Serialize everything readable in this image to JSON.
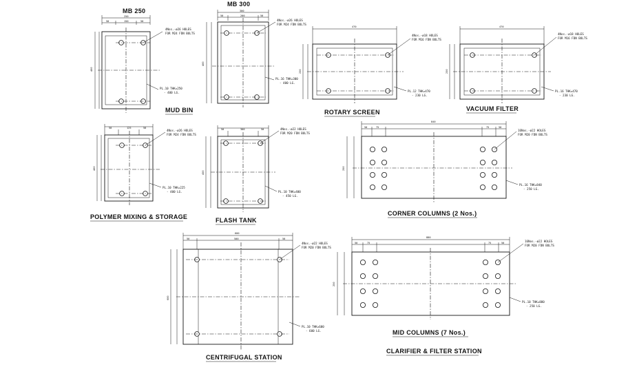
{
  "drawing": {
    "details": [
      {
        "id": "mud_bin",
        "title": "MUD BIN",
        "header": "MB 250",
        "holes_note": "4Nos.-ø26 HOLES",
        "bolts_note": "FOR M24 FDN BOLTS",
        "plate_note": "PL.10 THK=250",
        "size_note": "- 400 LG.",
        "overall_w": "250",
        "overall_h": "400",
        "dims_top": [
          "50",
          "150",
          "50"
        ]
      },
      {
        "id": "mb_300",
        "title": "",
        "header": "MB 300",
        "holes_note": "4Nos.-ø26 HOLES",
        "bolts_note": "FOR M24 FDN BOLTS",
        "plate_note": "PL.16 THK=300",
        "size_note": "- 400 LG.",
        "overall_w": "300",
        "overall_h": "400",
        "dims_top": [
          "50",
          "200",
          "50"
        ]
      },
      {
        "id": "rotary_screen",
        "title": "ROTARY SCREEN",
        "header": "",
        "holes_note": "4Nos.-ø18 HOLES",
        "bolts_note": "FOR M16 FDN BOLTS",
        "plate_note": "PL.12 THK=470",
        "size_note": "- 230 LG.",
        "overall_w": "470",
        "overall_h": "230",
        "dims_top": [
          "470"
        ]
      },
      {
        "id": "vacuum_filter",
        "title": "VACUUM FILTER",
        "header": "",
        "holes_note": "4Nos.-ø18 HOLES",
        "bolts_note": "FOR M16 FDN BOLTS",
        "plate_note": "PL.16 THK=470",
        "size_note": "- 230 LG.",
        "overall_w": "470",
        "overall_h": "230",
        "dims_top": [
          "470"
        ]
      },
      {
        "id": "polymer",
        "title": "POLYMER MIXING & STORAGE",
        "header": "",
        "holes_note": "4Nos.-ø26 HOLES",
        "bolts_note": "FOR M24 FDN BOLTS",
        "plate_note": "PL.10 THK=225",
        "size_note": "- 400 LG.",
        "overall_w": "225",
        "overall_h": "400",
        "dims_top": [
          "50",
          "125",
          "50"
        ]
      },
      {
        "id": "flash_tank",
        "title": "FLASH TANK",
        "header": "",
        "holes_note": "4Nos.-ø22 HOLES",
        "bolts_note": "FOR M20 FDN BOLTS",
        "plate_note": "PL.10 THK=400",
        "size_note": "- 450 LG.",
        "overall_w": "400",
        "overall_h": "450",
        "dims_top": [
          "50",
          "300",
          "50"
        ]
      },
      {
        "id": "corner_columns",
        "title": "CORNER COLUMNS (2 Nos.)",
        "header": "",
        "holes_note": "16Nos.-ø22 HOLES",
        "bolts_note": "FOR M20 FDN BOLTS",
        "plate_note": "PL.16 THK=840",
        "size_note": "- 250 LG.",
        "overall_w": "840",
        "overall_h": "250",
        "dims_top": [
          "50",
          "75",
          "",
          "75",
          "50"
        ]
      },
      {
        "id": "centrifugal",
        "title": "CENTRIFUGAL STATION",
        "header": "",
        "holes_note": "4Nos.-ø22 HOLES",
        "bolts_note": "FOR M20 FDN BOLTS",
        "plate_note": "PL.10 THK=600",
        "size_note": "- 600 LG.",
        "overall_w": "600",
        "overall_h": "600",
        "dims_top": [
          "50",
          "500",
          "50"
        ]
      },
      {
        "id": "mid_columns",
        "title": "MID COLUMNS (7 Nos.)",
        "header": "",
        "holes_note": "16Nos.-ø22 HOLES",
        "bolts_note": "FOR M20 FDN BOLTS",
        "plate_note": "PL.10 THK=880",
        "size_note": "- 250 LG.",
        "overall_w": "880",
        "overall_h": "250",
        "dims_top": [
          "50",
          "75",
          "",
          "75",
          "50"
        ]
      }
    ],
    "extra_titles": {
      "clarifier": "CLARIFIER & FILTER STATION"
    }
  }
}
